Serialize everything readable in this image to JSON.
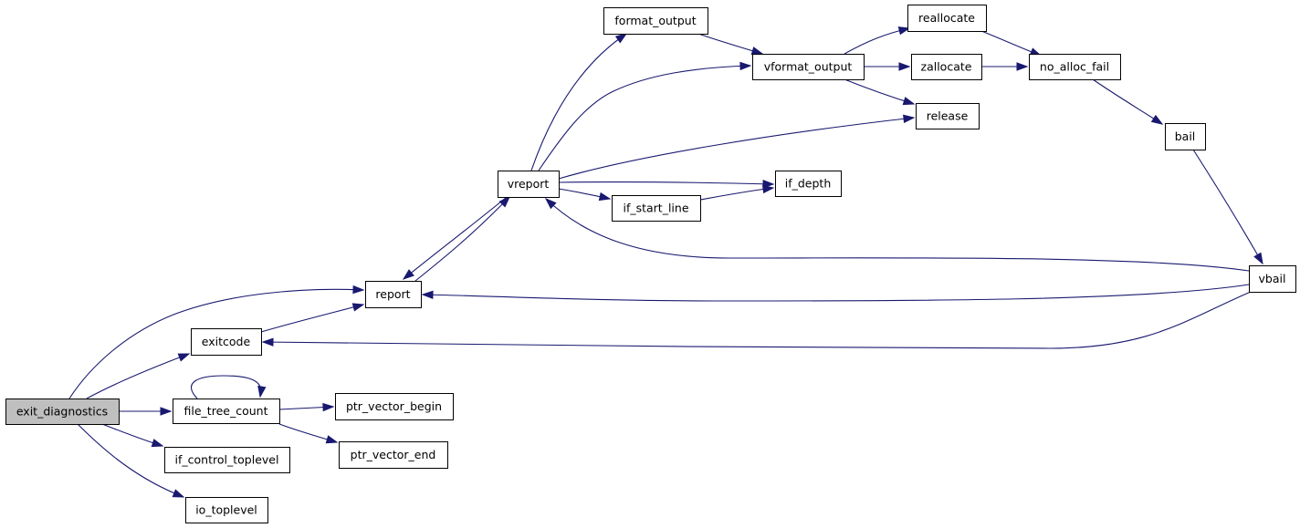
{
  "graph": {
    "nodes": [
      {
        "id": "exit_diagnostics",
        "label": "exit_diagnostics",
        "root": true
      },
      {
        "id": "report",
        "label": "report"
      },
      {
        "id": "exitcode",
        "label": "exitcode"
      },
      {
        "id": "file_tree_count",
        "label": "file_tree_count"
      },
      {
        "id": "if_control_toplevel",
        "label": "if_control_toplevel"
      },
      {
        "id": "io_toplevel",
        "label": "io_toplevel"
      },
      {
        "id": "ptr_vector_begin",
        "label": "ptr_vector_begin"
      },
      {
        "id": "ptr_vector_end",
        "label": "ptr_vector_end"
      },
      {
        "id": "vreport",
        "label": "vreport"
      },
      {
        "id": "format_output",
        "label": "format_output"
      },
      {
        "id": "vformat_output",
        "label": "vformat_output"
      },
      {
        "id": "if_start_line",
        "label": "if_start_line"
      },
      {
        "id": "if_depth",
        "label": "if_depth"
      },
      {
        "id": "reallocate",
        "label": "reallocate"
      },
      {
        "id": "zallocate",
        "label": "zallocate"
      },
      {
        "id": "release",
        "label": "release"
      },
      {
        "id": "no_alloc_fail",
        "label": "no_alloc_fail"
      },
      {
        "id": "bail",
        "label": "bail"
      },
      {
        "id": "vbail",
        "label": "vbail"
      }
    ],
    "edges": [
      {
        "from": "exit_diagnostics",
        "to": "report"
      },
      {
        "from": "exit_diagnostics",
        "to": "exitcode"
      },
      {
        "from": "exit_diagnostics",
        "to": "file_tree_count"
      },
      {
        "from": "exit_diagnostics",
        "to": "if_control_toplevel"
      },
      {
        "from": "exit_diagnostics",
        "to": "io_toplevel"
      },
      {
        "from": "exitcode",
        "to": "report"
      },
      {
        "from": "file_tree_count",
        "to": "file_tree_count"
      },
      {
        "from": "file_tree_count",
        "to": "ptr_vector_begin"
      },
      {
        "from": "file_tree_count",
        "to": "ptr_vector_end"
      },
      {
        "from": "report",
        "to": "vreport"
      },
      {
        "from": "vreport",
        "to": "report"
      },
      {
        "from": "vreport",
        "to": "format_output"
      },
      {
        "from": "vreport",
        "to": "vformat_output"
      },
      {
        "from": "vreport",
        "to": "release"
      },
      {
        "from": "vreport",
        "to": "if_depth"
      },
      {
        "from": "vreport",
        "to": "if_start_line"
      },
      {
        "from": "if_start_line",
        "to": "if_depth"
      },
      {
        "from": "format_output",
        "to": "vformat_output"
      },
      {
        "from": "vformat_output",
        "to": "reallocate"
      },
      {
        "from": "vformat_output",
        "to": "zallocate"
      },
      {
        "from": "vformat_output",
        "to": "release"
      },
      {
        "from": "reallocate",
        "to": "no_alloc_fail"
      },
      {
        "from": "zallocate",
        "to": "no_alloc_fail"
      },
      {
        "from": "no_alloc_fail",
        "to": "bail"
      },
      {
        "from": "bail",
        "to": "vbail"
      },
      {
        "from": "vbail",
        "to": "vreport"
      },
      {
        "from": "vbail",
        "to": "report"
      },
      {
        "from": "vbail",
        "to": "exitcode"
      }
    ],
    "colors": {
      "edge": "#191970",
      "node_border": "#000000",
      "node_fill": "#ffffff",
      "root_fill": "#bfbfbf"
    }
  }
}
